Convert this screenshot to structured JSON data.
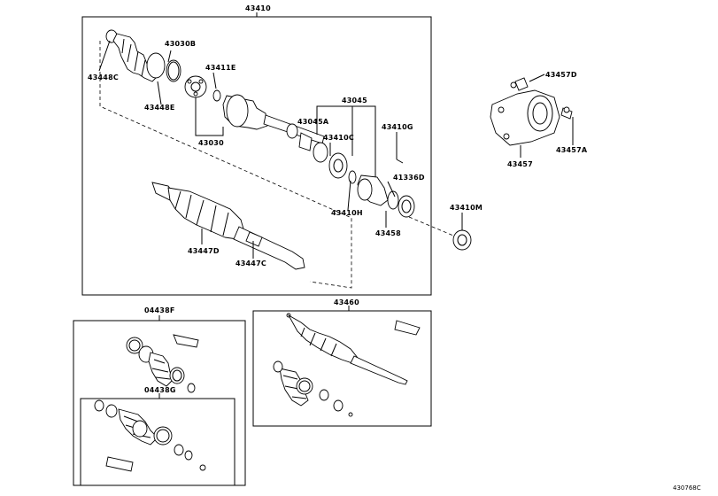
{
  "diagram": {
    "group_labels": {
      "main_assembly": "43410",
      "kit_a": "04438F",
      "kit_b": "04438G",
      "assembly_2": "43460"
    },
    "part_labels": {
      "p43030B": "43030B",
      "p43448C": "43448C",
      "p43411E": "43411E",
      "p43448E": "43448E",
      "p43030": "43030",
      "p43045": "43045",
      "p43045A": "43045A",
      "p43410C": "43410C",
      "p43410G": "43410G",
      "p41336D": "41336D",
      "p43410H": "43410H",
      "p43458": "43458",
      "p43410M": "43410M",
      "p43447D": "43447D",
      "p43447C": "43447C",
      "p43457D": "43457D",
      "p43457A": "43457A",
      "p43457": "43457"
    },
    "figure_code": "430768C"
  }
}
